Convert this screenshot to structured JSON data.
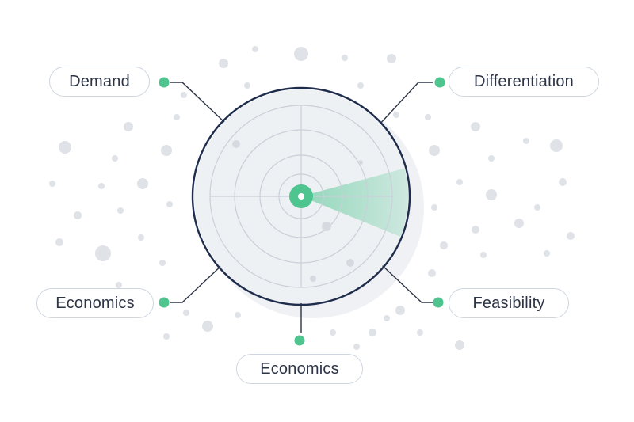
{
  "labels": {
    "demand": "Demand",
    "differentiation": "Differentiation",
    "economics_left": "Economics",
    "economics_bottom": "Economics",
    "feasibility": "Feasibility"
  },
  "colors": {
    "accent": "#4ec48f",
    "ring_outline": "#1f2d4d",
    "radar_fill": "#eef1f4",
    "grid_line": "#c9d0d8",
    "pill_border": "#cfd6df",
    "text": "#2c3446",
    "dots": "#dfe2e7"
  }
}
